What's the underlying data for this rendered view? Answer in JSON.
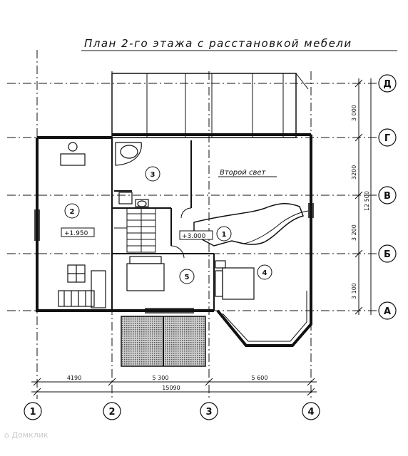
{
  "title": "План  2-го этажа с расстановкой мебели",
  "second_light": "Второй свет",
  "levels": {
    "l1": "+1.950",
    "l2": "+3.000"
  },
  "rooms": [
    "1",
    "2",
    "3",
    "4",
    "5"
  ],
  "axes_letters": [
    "Д",
    "Г",
    "В",
    "Б",
    "А"
  ],
  "axes_numbers": [
    "1",
    "2",
    "3",
    "4"
  ],
  "dims_bottom": [
    "4190",
    "5 300",
    "5 600"
  ],
  "dim_total_bottom": "15090",
  "dims_right": [
    "3 000",
    "3200",
    "3 200",
    "3 100"
  ],
  "dim_total_right": "12 500",
  "watermark": "Домклик"
}
